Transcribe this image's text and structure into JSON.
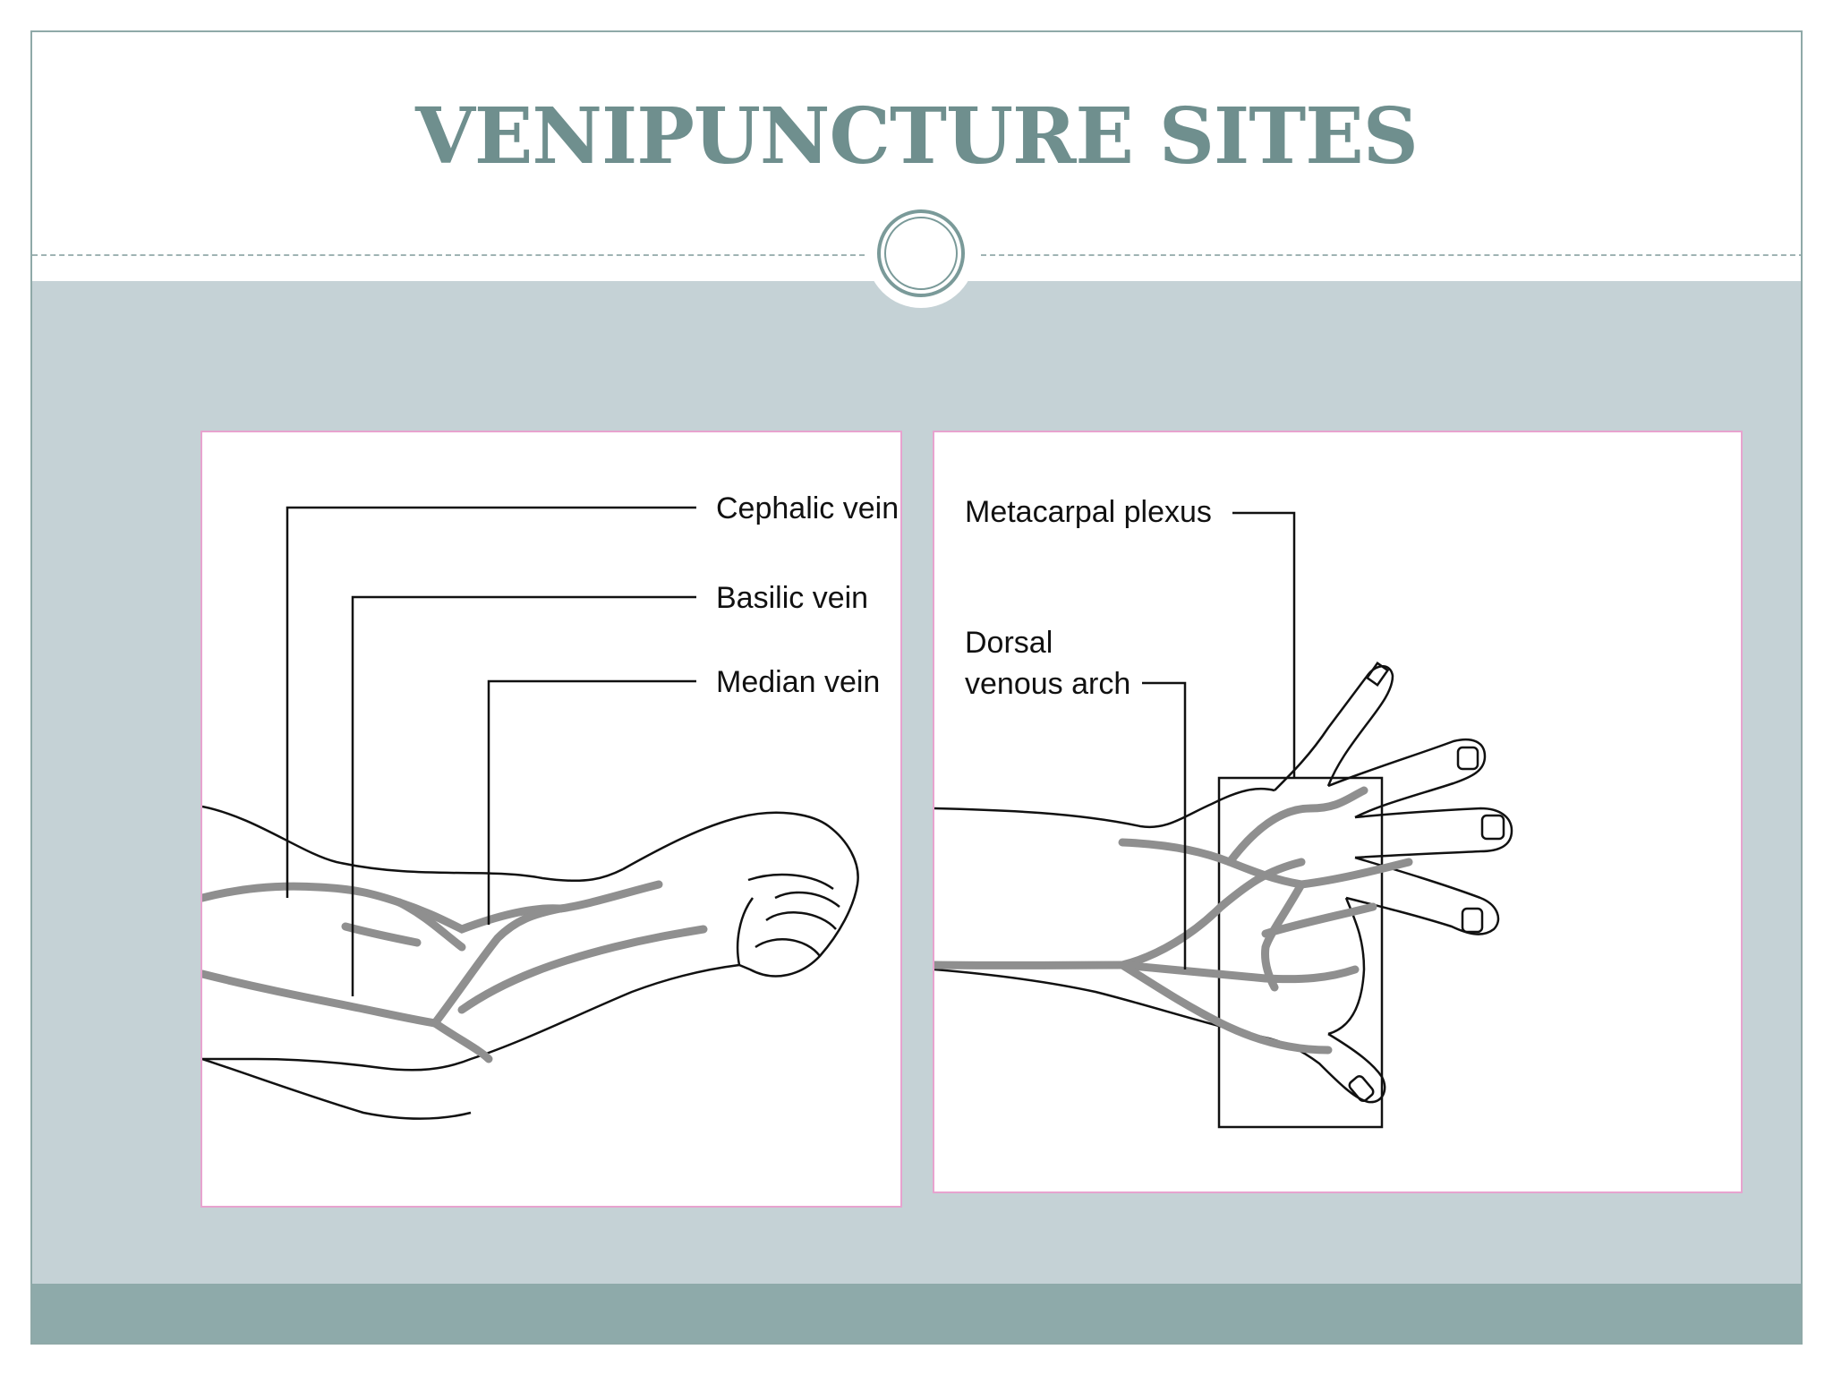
{
  "slide": {
    "title": "VENIPUNCTURE SITES"
  },
  "theme": {
    "title_color": "#6f8f8e",
    "band_color": "#c5d2d6",
    "footer_color": "#8eaaaa",
    "panel_border_color": "#e7a3cf",
    "vein_color": "#8f8f8f",
    "medallion_icon": "double-circle"
  },
  "forearm_panel": {
    "labels": {
      "cephalic": "Cephalic vein",
      "basilic": "Basilic vein",
      "median": "Median vein"
    }
  },
  "hand_panel": {
    "labels": {
      "metacarpal": "Metacarpal plexus",
      "dorsal_line1": "Dorsal",
      "dorsal_line2": "venous arch"
    }
  }
}
